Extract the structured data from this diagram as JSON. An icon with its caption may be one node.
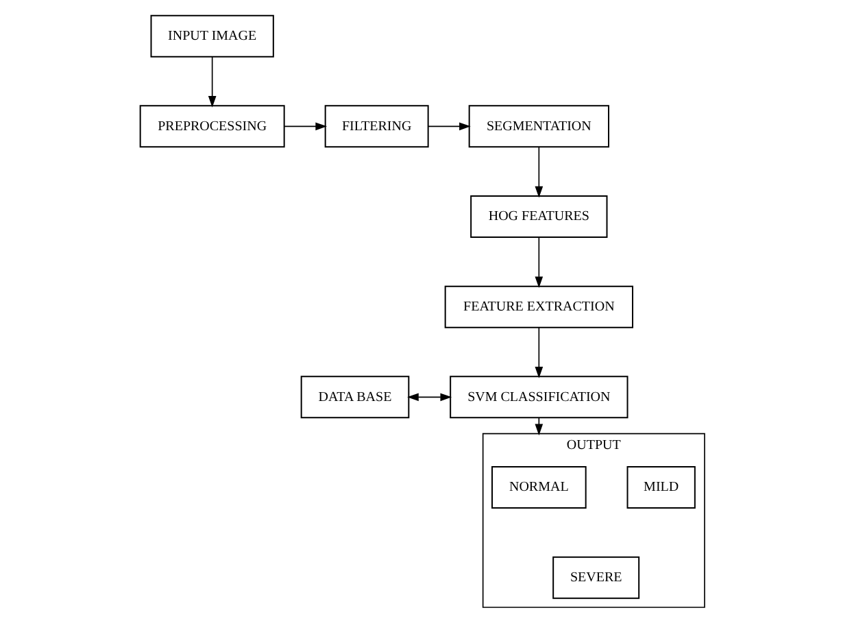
{
  "diagram": {
    "nodes": [
      {
        "text": [
          "INPUT IMAGE"
        ]
      },
      {
        "text": [
          "PREPROCESSING"
        ]
      },
      {
        "text": [
          "FILTERING"
        ]
      },
      {
        "text": [
          "SEGMENTATION"
        ]
      },
      {
        "text": [
          "HOG FEATURES"
        ]
      },
      {
        "text": [
          "FEATURE EXTRACTION"
        ]
      },
      {
        "text": [
          "DATA BASE"
        ]
      },
      {
        "text": [
          "SVM CLASSIFICATION"
        ]
      },
      {
        "text": [
          "OUTPUT"
        ]
      },
      {
        "text": [
          "NORMAL"
        ],
        "in": 8
      },
      {
        "text": [
          "MILD"
        ],
        "in": 8
      },
      {
        "text": [
          "SEVERE"
        ],
        "in": 8
      }
    ],
    "edges": [
      {
        "from": 0,
        "to": 1,
        "arrow": "to"
      },
      {
        "from": 1,
        "to": 2,
        "arrow": "to"
      },
      {
        "from": 2,
        "to": 3,
        "arrow": "to"
      },
      {
        "from": 3,
        "to": 4,
        "arrow": "to"
      },
      {
        "from": 4,
        "to": 5,
        "arrow": "to"
      },
      {
        "from": 5,
        "to": 7,
        "arrow": "to"
      },
      {
        "from": 6,
        "to": 7,
        "arrow": "both"
      },
      {
        "from": 7,
        "to": 8,
        "arrow": "to"
      }
    ]
  }
}
